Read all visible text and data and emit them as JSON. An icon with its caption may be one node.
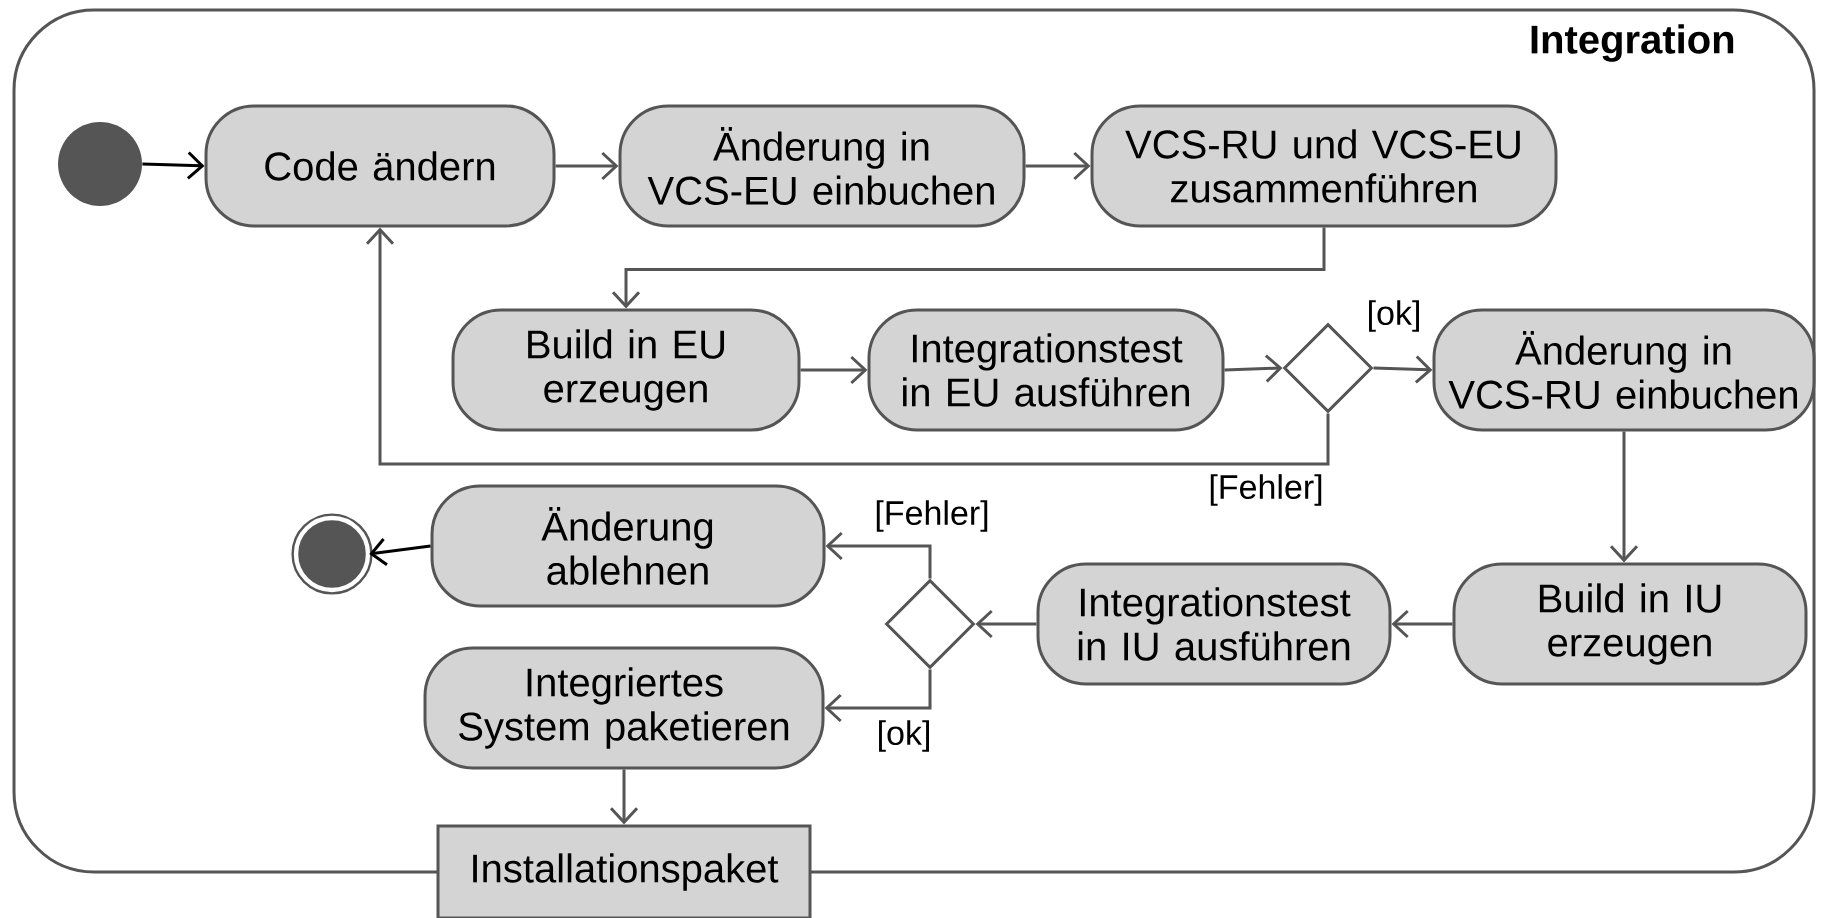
{
  "diagram": {
    "nodes": [
      {
        "text": [
          "Integration"
        ]
      },
      {
        "text": [],
        "shape": "circle",
        "in": 0
      },
      {
        "text": [
          "Code ändern"
        ],
        "in": 0
      },
      {
        "text": [
          "Änderung in VCS-EU einbuchen"
        ],
        "in": 0
      },
      {
        "text": [
          "VCS-RU und VCS-EU zusammenführen"
        ],
        "in": 0
      },
      {
        "text": [
          "Build in EU erzeugen"
        ],
        "in": 0
      },
      {
        "text": [
          "Integrationstest in EU ausführen"
        ],
        "in": 0
      },
      {
        "text": [],
        "shape": "diamond",
        "in": 0
      },
      {
        "text": [
          "Änderung in VCS-RU einbuchen"
        ],
        "in": 0
      },
      {
        "text": [
          "Build in IU erzeugen"
        ],
        "in": 0
      },
      {
        "text": [
          "Integrationstest in IU ausführen"
        ],
        "in": 0
      },
      {
        "text": [],
        "shape": "diamond",
        "in": 0
      },
      {
        "text": [
          "Änderung ablehnen"
        ],
        "in": 0
      },
      {
        "text": [],
        "shape": "circle",
        "in": 0
      },
      {
        "text": [
          "Integriertes System paketieren"
        ],
        "in": 0
      },
      {
        "text": [
          "Installationspaket"
        ]
      }
    ],
    "edges": [
      {
        "from": 1,
        "to": 2,
        "arrow": "to",
        "color": "#000000"
      },
      {
        "from": 2,
        "to": 3,
        "arrow": "to"
      },
      {
        "from": 3,
        "to": 4,
        "arrow": "to"
      },
      {
        "from": 4,
        "to": 5,
        "arrow": "to"
      },
      {
        "from": 5,
        "to": 6,
        "arrow": "to"
      },
      {
        "from": 6,
        "to": 7,
        "arrow": "to"
      },
      {
        "from": 7,
        "to": 8,
        "arrow": "to",
        "label": "[ok]"
      },
      {
        "from": 7,
        "to": 2,
        "arrow": "to",
        "label": "[Fehler]"
      },
      {
        "from": 8,
        "to": 9,
        "arrow": "to"
      },
      {
        "from": 9,
        "to": 10,
        "arrow": "to"
      },
      {
        "from": 10,
        "to": 11,
        "arrow": "to"
      },
      {
        "from": 11,
        "to": 12,
        "arrow": "to",
        "label": "[Fehler]"
      },
      {
        "from": 11,
        "to": 14,
        "arrow": "to",
        "label": "[ok]"
      },
      {
        "from": 12,
        "to": 13,
        "arrow": "to",
        "color": "#000000"
      },
      {
        "from": 14,
        "to": 15,
        "arrow": "to"
      }
    ]
  }
}
